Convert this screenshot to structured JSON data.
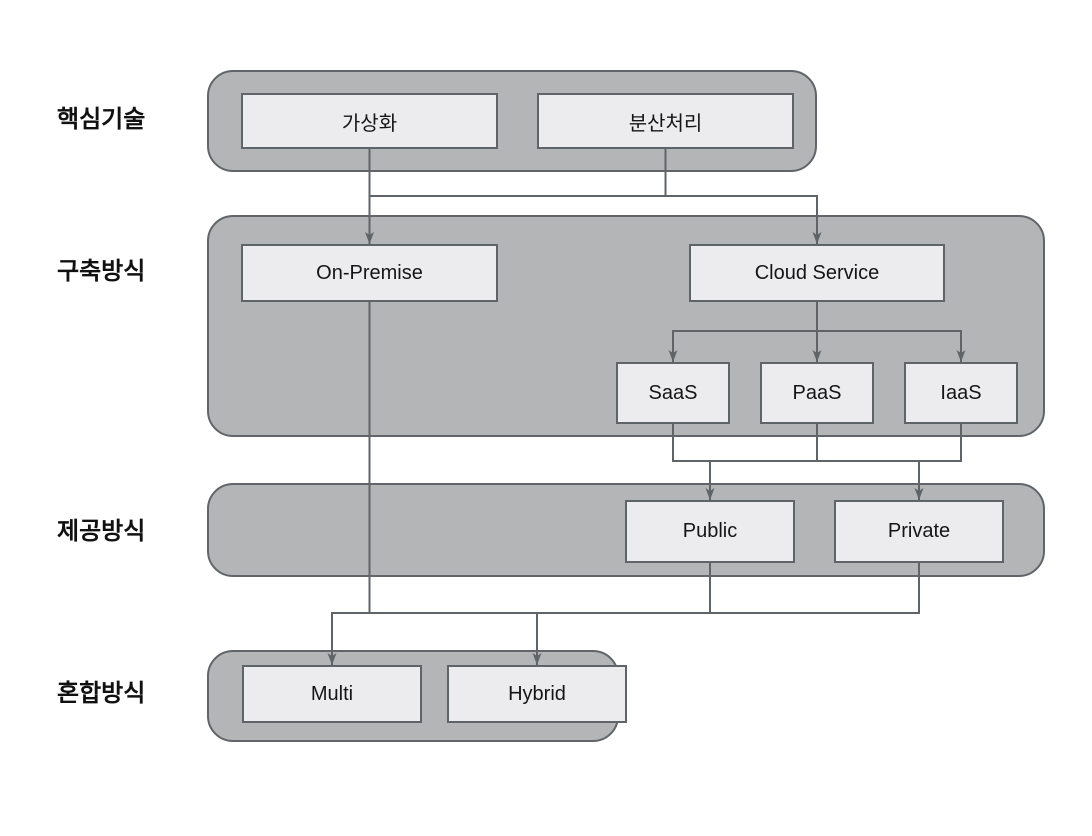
{
  "diagram": {
    "row_labels": [
      {
        "id": "core-tech",
        "label": "핵심기술"
      },
      {
        "id": "deployment",
        "label": "구축방식"
      },
      {
        "id": "provision",
        "label": "제공방식"
      },
      {
        "id": "hybrid",
        "label": "혼합방식"
      }
    ],
    "nodes": [
      {
        "id": "virtualization",
        "label": "가상화",
        "group": "core-tech"
      },
      {
        "id": "distributed-processing",
        "label": "분산처리",
        "group": "core-tech"
      },
      {
        "id": "on-premise",
        "label": "On-Premise",
        "group": "deployment"
      },
      {
        "id": "cloud-service",
        "label": "Cloud Service",
        "group": "deployment"
      },
      {
        "id": "saas",
        "label": "SaaS",
        "group": "deployment"
      },
      {
        "id": "paas",
        "label": "PaaS",
        "group": "deployment"
      },
      {
        "id": "iaas",
        "label": "IaaS",
        "group": "deployment"
      },
      {
        "id": "public",
        "label": "Public",
        "group": "provision"
      },
      {
        "id": "private",
        "label": "Private",
        "group": "provision"
      },
      {
        "id": "multi",
        "label": "Multi",
        "group": "hybrid"
      },
      {
        "id": "hybrid-node",
        "label": "Hybrid",
        "group": "hybrid"
      }
    ],
    "edges": [
      {
        "from": "virtualization",
        "to": "on-premise"
      },
      {
        "from": "distributed-processing",
        "to": "cloud-service"
      },
      {
        "from": "cloud-service",
        "to": "saas"
      },
      {
        "from": "cloud-service",
        "to": "paas"
      },
      {
        "from": "cloud-service",
        "to": "iaas"
      },
      {
        "from": "saas",
        "to": "public"
      },
      {
        "from": "paas",
        "to": "public"
      },
      {
        "from": "iaas",
        "to": "private"
      },
      {
        "from": "on-premise",
        "to": "multi"
      },
      {
        "from": "public",
        "to": "multi"
      },
      {
        "from": "public",
        "to": "hybrid-node"
      },
      {
        "from": "private",
        "to": "hybrid-node"
      }
    ],
    "colors": {
      "background": "#ffffff",
      "container_fill": "#b4b5b6",
      "container_border": "#616569",
      "box_fill": "#ececee",
      "box_border": "#5f6468",
      "edge": "#5f6468",
      "text": "#151515",
      "label_text": "#111111"
    }
  }
}
